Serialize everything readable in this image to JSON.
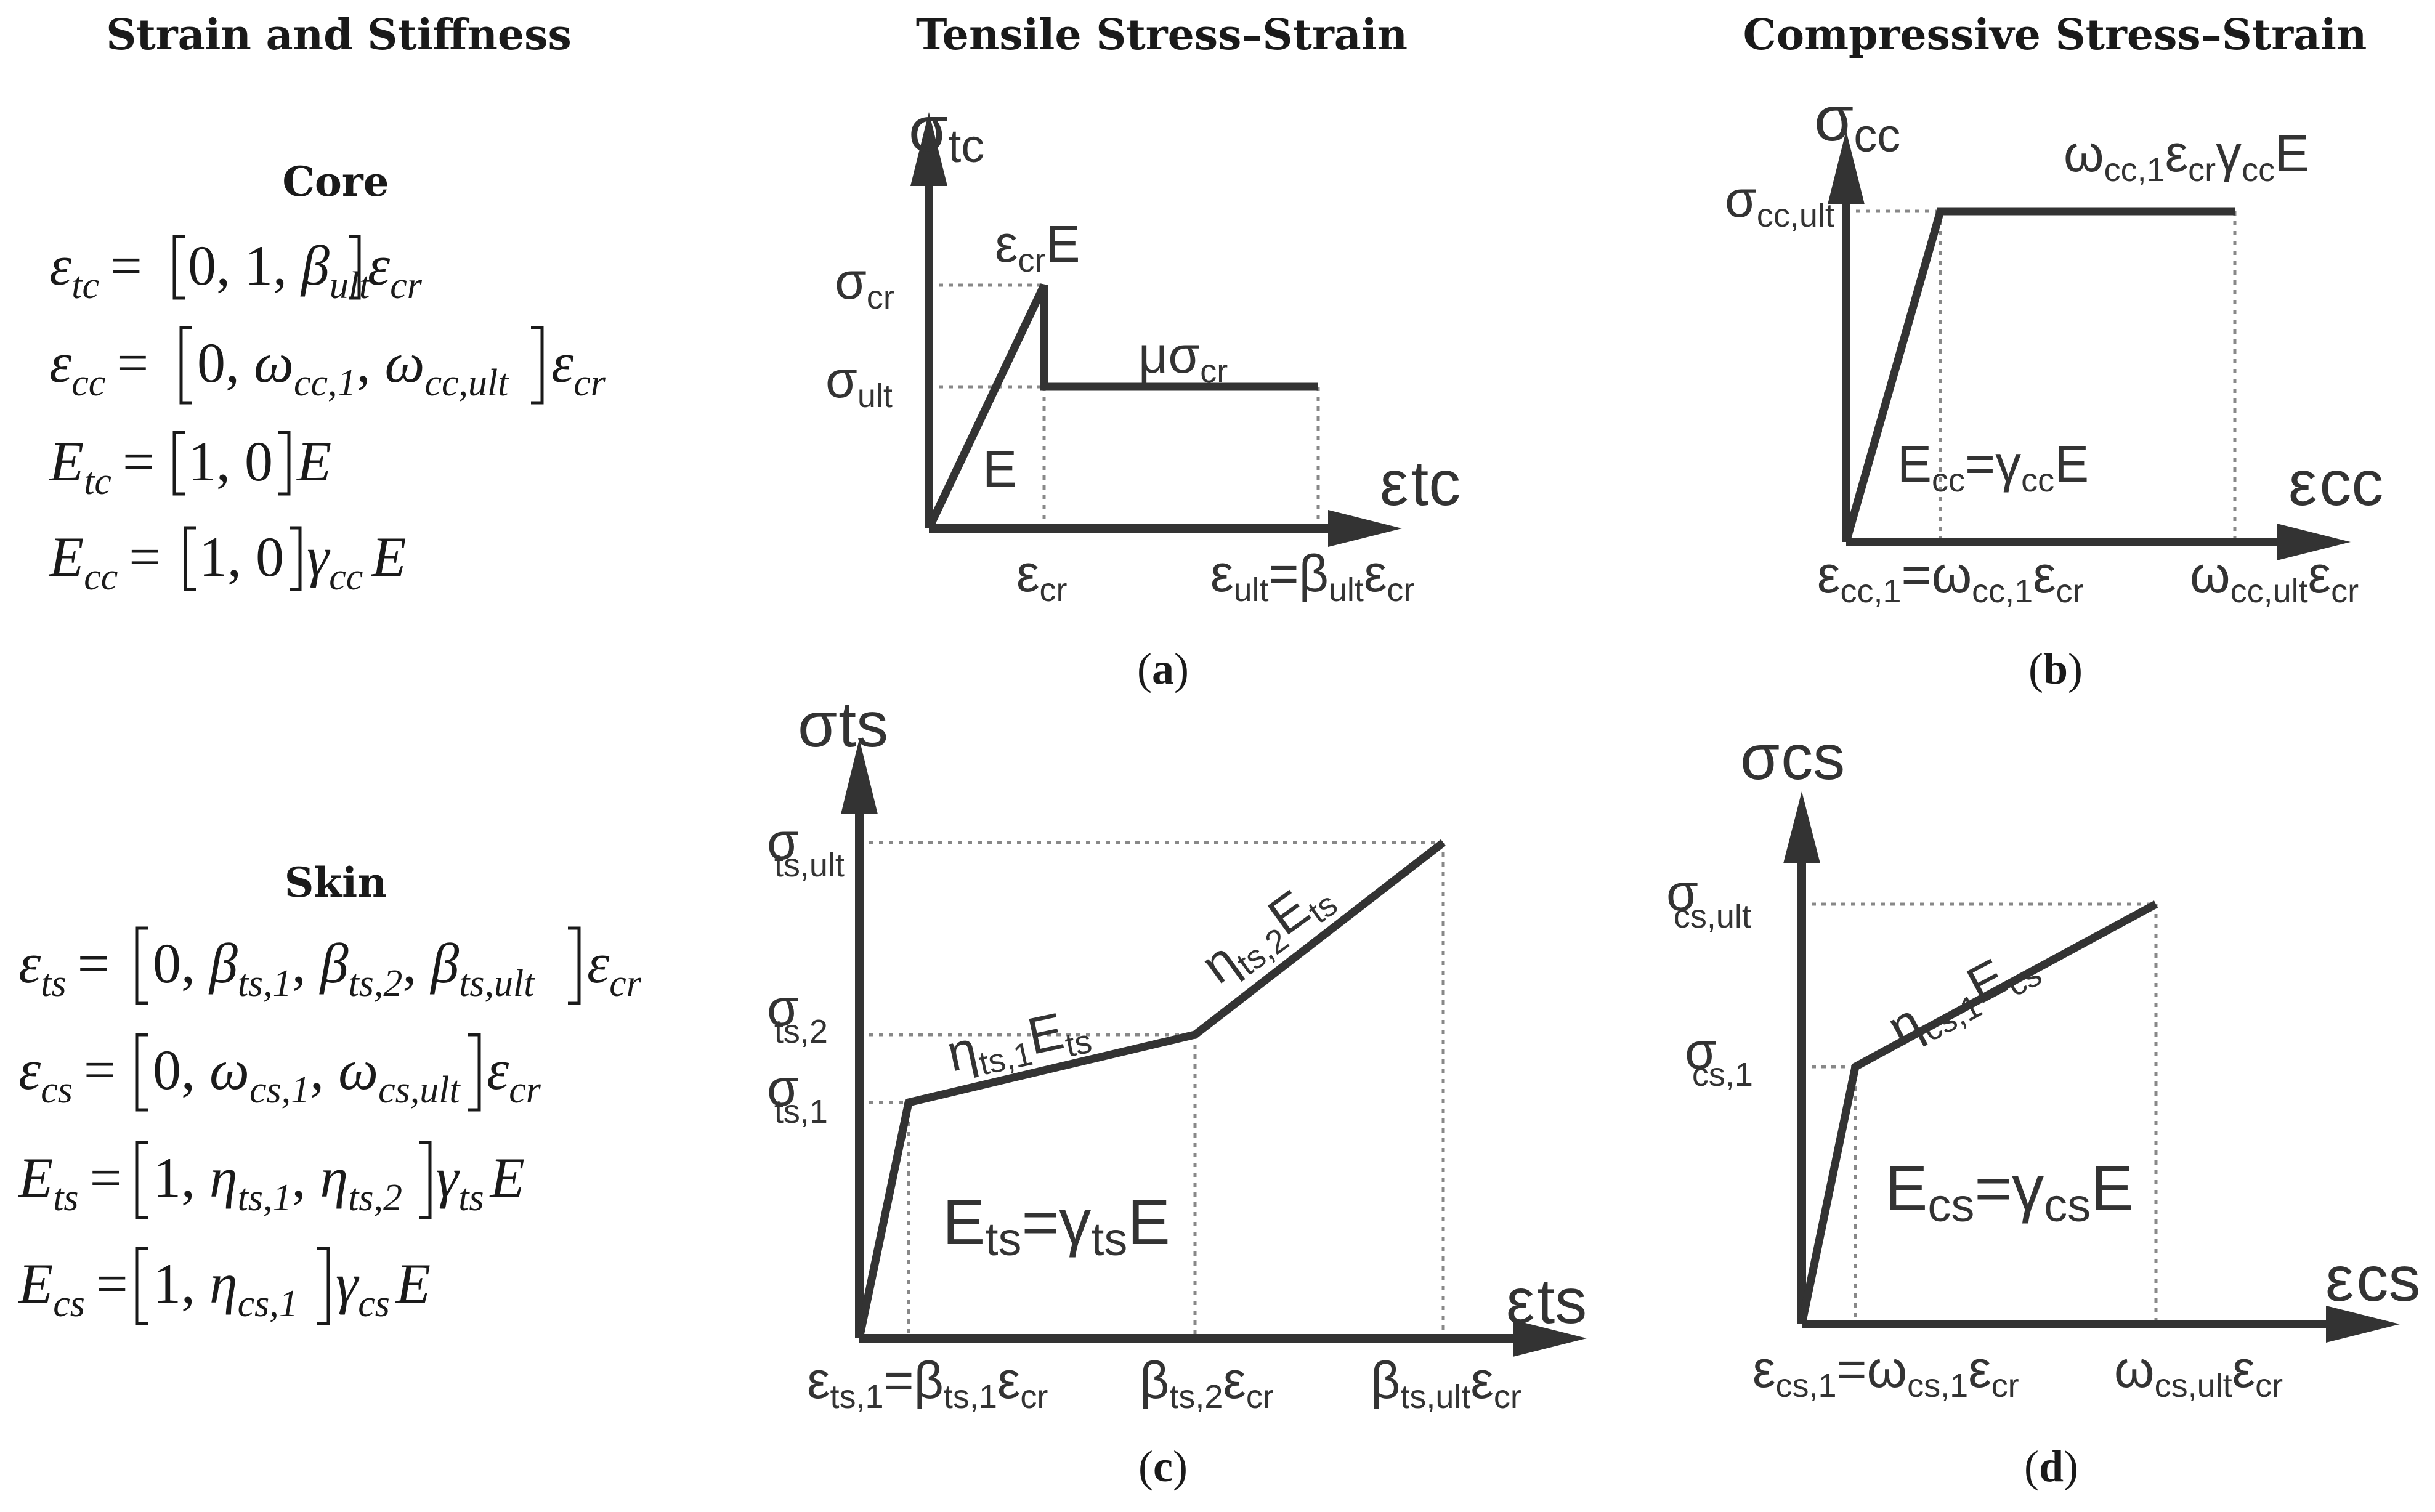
{
  "headers": {
    "strain_stiffness": "Strain and Stiffness",
    "tensile": "Tensile Stress–Strain",
    "compressive": "Compressive Stress–Strain"
  },
  "sections": {
    "core": "Core",
    "skin": "Skin"
  },
  "symbols": {
    "eq": "=",
    "eps": "ε",
    "E": "E",
    "sigma": "σ",
    "beta": "β",
    "omega": "ω",
    "eta": "η",
    "gamma": "γ",
    "mu": "μ",
    "comma": ", ",
    "one_comma": "1, ",
    "zero_comma": "0, ",
    "zero_one_comma": "0, 1, ",
    "one_zero": "1, 0"
  },
  "subs": {
    "tc": "tc",
    "cc": "cc",
    "cr": "cr",
    "ult": "ult",
    "ts": "ts",
    "cs": "cs",
    "cc_1": "cc,1",
    "cc_ult": "cc,ult",
    "ts_1": "ts,1",
    "ts_2": "ts,2",
    "ts_ult": "ts,ult",
    "cs_1": "cs,1",
    "cs_ult": "cs,ult"
  },
  "captions": {
    "a": "a",
    "b": "b",
    "c": "c",
    "d": "d"
  },
  "diagram_labels": {
    "E": "E",
    "eq": "="
  }
}
